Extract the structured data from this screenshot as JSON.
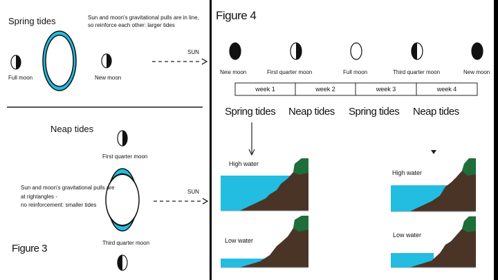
{
  "figure3": {
    "title_spring": "Spring tides",
    "spring_desc_line1": "Sun and moon's gravitational pulls are in line,",
    "spring_desc_line2": "so reinforce each other: larger tides",
    "full_moon": "Full moon",
    "new_moon": "New moon",
    "sun_top": "SUN",
    "title_neap": "Neap tides",
    "first_quarter": "First quarter moon",
    "neap_desc_line1": "Sun and moon's gravitational pulls are",
    "neap_desc_line2": "at rightangles -",
    "neap_desc_line3": "no reinforcement: smaller tides",
    "sun_bottom": "SUN",
    "third_quarter": "Third quarter moon",
    "figure_label": "Figure 3"
  },
  "figure4": {
    "figure_label": "Figure 4",
    "phases": [
      "New moon",
      "First quarter moon",
      "Full moon",
      "Third quarter moon",
      "New moon"
    ],
    "weeks": [
      "week 1",
      "week 2",
      "week 3",
      "week 4"
    ],
    "tide_labels": [
      "Spring tides",
      "Neap tides",
      "Spring tides",
      "Neap tides"
    ],
    "high_water": "High water",
    "low_water": "Low water",
    "high_water_2": "High water",
    "low_water_2": "Low water"
  },
  "colors": {
    "water": "#22bde0",
    "ground": "#4a3426",
    "grass": "#1e6e3a",
    "line": "#222222"
  }
}
